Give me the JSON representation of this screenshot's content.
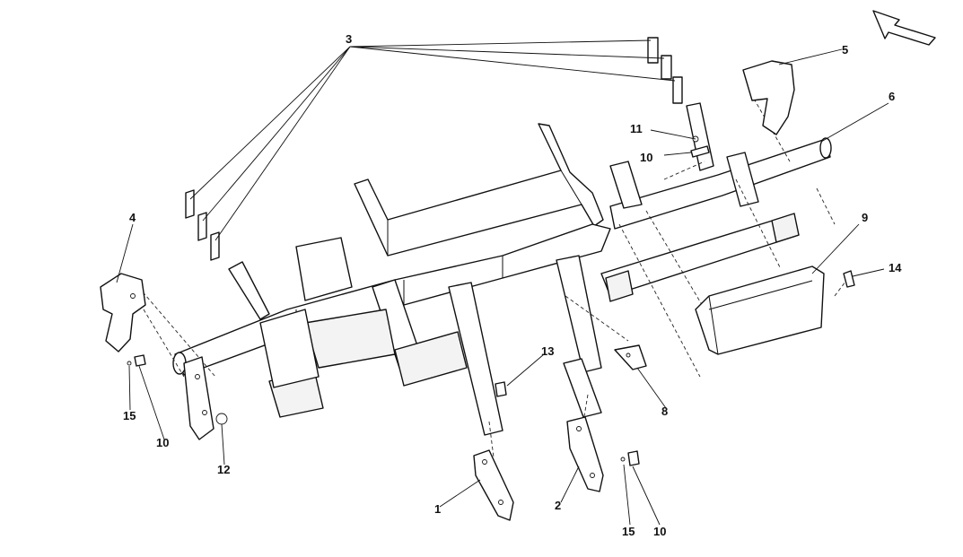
{
  "diagram": {
    "callouts": [
      {
        "id": "c1",
        "label": "1"
      },
      {
        "id": "c2",
        "label": "2"
      },
      {
        "id": "c3",
        "label": "3"
      },
      {
        "id": "c4",
        "label": "4"
      },
      {
        "id": "c5",
        "label": "5"
      },
      {
        "id": "c6",
        "label": "6"
      },
      {
        "id": "c8",
        "label": "8"
      },
      {
        "id": "c9",
        "label": "9"
      },
      {
        "id": "c10a",
        "label": "10"
      },
      {
        "id": "c10b",
        "label": "10"
      },
      {
        "id": "c10c",
        "label": "10"
      },
      {
        "id": "c11",
        "label": "11"
      },
      {
        "id": "c12",
        "label": "12"
      },
      {
        "id": "c13",
        "label": "13"
      },
      {
        "id": "c14",
        "label": "14"
      },
      {
        "id": "c15a",
        "label": "15"
      },
      {
        "id": "c15b",
        "label": "15"
      }
    ],
    "orientation_arrow": "direction-arrow-icon",
    "colors": {
      "line": "#111111",
      "background": "#ffffff"
    }
  }
}
